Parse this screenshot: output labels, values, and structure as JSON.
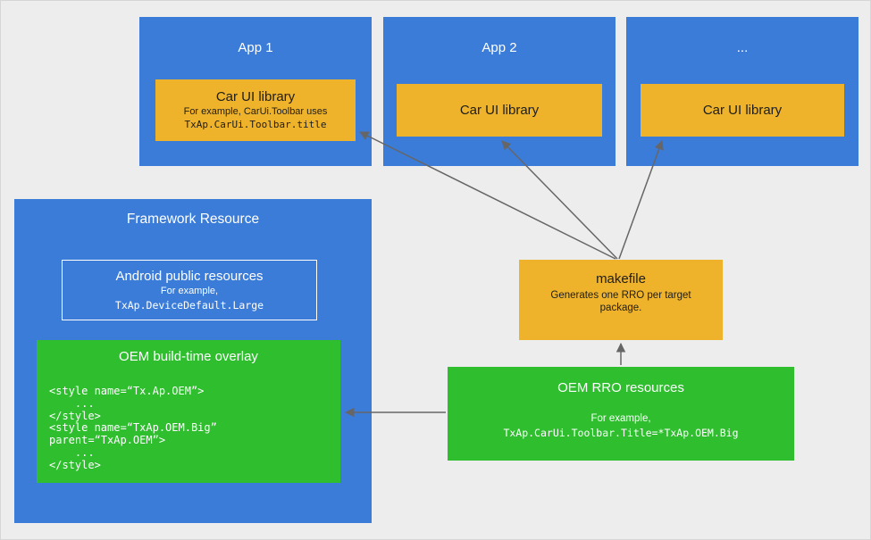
{
  "colors": {
    "blue": "#3b7cd9",
    "yellow": "#eeb32a",
    "green": "#2ebe2e",
    "arrow": "#666666",
    "background": "#ededed"
  },
  "apps": [
    {
      "title": "App 1",
      "library": {
        "title": "Car UI library",
        "line1": "For example, CarUi.Toolbar uses",
        "line2": "TxAp.CarUi.Toolbar.title"
      }
    },
    {
      "title": "App 2",
      "library": {
        "title": "Car UI library"
      }
    },
    {
      "title": "...",
      "library": {
        "title": "Car UI library"
      }
    }
  ],
  "framework": {
    "title": "Framework Resource",
    "public_resources": {
      "title": "Android public resources",
      "subtitle": "For example,",
      "code": "TxAp.DeviceDefault.Large"
    },
    "overlay": {
      "title": "OEM build-time overlay",
      "code": "<style name=“Tx.Ap.OEM”>\n    ...\n</style>\n<style name=“TxAp.OEM.Big”\nparent=“TxAp.OEM”>\n    ...\n</style>"
    }
  },
  "makefile": {
    "title": "makefile",
    "subtitle": "Generates one RRO per target\npackage."
  },
  "rro": {
    "title": "OEM RRO resources",
    "subtitle": "For example,",
    "code": "TxAp.CarUi.Toolbar.Title=*TxAp.OEM.Big"
  }
}
